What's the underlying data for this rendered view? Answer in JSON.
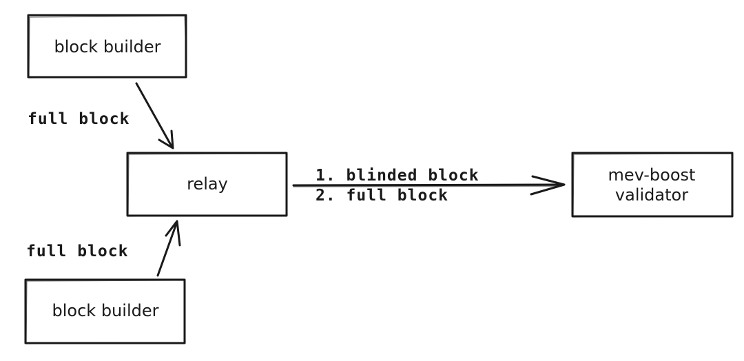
{
  "nodes": {
    "builder_top": {
      "label": "block builder"
    },
    "relay": {
      "label": "relay"
    },
    "builder_bottom": {
      "label": "block builder"
    },
    "validator": {
      "line1": "mev-boost",
      "line2": "validator"
    }
  },
  "edges": {
    "builder_top_to_relay": {
      "label": "full block"
    },
    "builder_bottom_to_relay": {
      "label": "full block"
    },
    "relay_to_validator": {
      "line1": "1. blinded block",
      "line2": "2. full block"
    }
  }
}
